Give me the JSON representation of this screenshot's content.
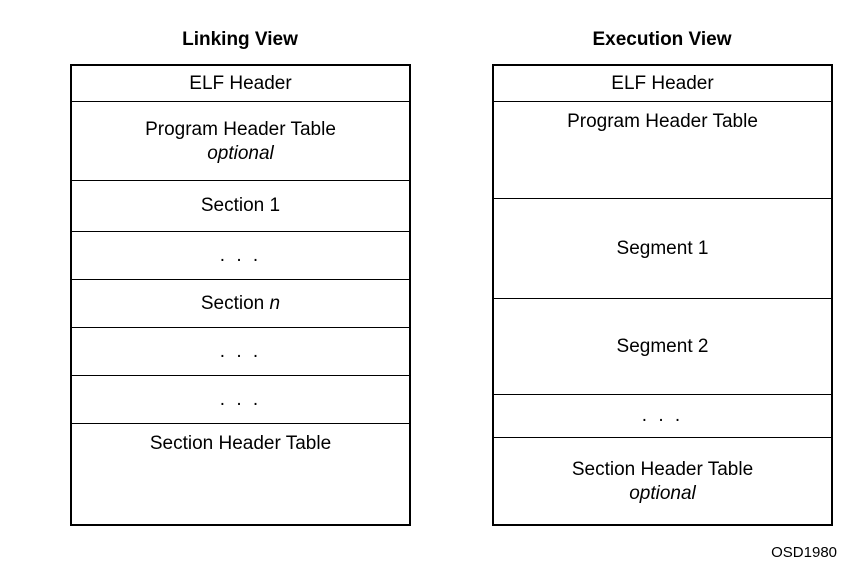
{
  "figure": {
    "corner_tag": "OSD1980",
    "colors": {
      "background": "#ffffff",
      "border": "#000000",
      "text": "#000000"
    },
    "views": [
      {
        "id": "linking-view",
        "title": "Linking View",
        "rows": [
          {
            "id": "elf-header",
            "label": "ELF Header",
            "sub": "",
            "emphasis": "",
            "height": 36,
            "align": "center"
          },
          {
            "id": "program-header-table",
            "label": "Program Header Table",
            "sub": "optional",
            "emphasis": "",
            "height": 79,
            "align": "center"
          },
          {
            "id": "section-1",
            "label": "Section 1",
            "sub": "",
            "emphasis": "",
            "height": 51,
            "align": "center"
          },
          {
            "id": "ellipsis-1",
            "label": ". . .",
            "sub": "",
            "emphasis": "",
            "height": 48,
            "align": "center",
            "dots": true
          },
          {
            "id": "section-n",
            "label": "Section ",
            "sub": "",
            "emphasis": "n",
            "height": 48,
            "align": "center"
          },
          {
            "id": "ellipsis-2",
            "label": ". . .",
            "sub": "",
            "emphasis": "",
            "height": 48,
            "align": "center",
            "dots": true
          },
          {
            "id": "ellipsis-3",
            "label": ". . .",
            "sub": "",
            "emphasis": "",
            "height": 48,
            "align": "center",
            "dots": true
          },
          {
            "id": "section-header-table",
            "label": "Section Header Table",
            "sub": "",
            "emphasis": "",
            "height": 100,
            "align": "top"
          }
        ]
      },
      {
        "id": "execution-view",
        "title": "Execution View",
        "rows": [
          {
            "id": "elf-header",
            "label": "ELF Header",
            "sub": "",
            "emphasis": "",
            "height": 36,
            "align": "center"
          },
          {
            "id": "program-header-table",
            "label": "Program Header Table",
            "sub": "",
            "emphasis": "",
            "height": 97,
            "align": "top"
          },
          {
            "id": "segment-1",
            "label": "Segment 1",
            "sub": "",
            "emphasis": "",
            "height": 100,
            "align": "center"
          },
          {
            "id": "segment-2",
            "label": "Segment 2",
            "sub": "",
            "emphasis": "",
            "height": 96,
            "align": "center"
          },
          {
            "id": "ellipsis-1",
            "label": ". . .",
            "sub": "",
            "emphasis": "",
            "height": 43,
            "align": "center",
            "dots": true
          },
          {
            "id": "section-header-table",
            "label": "Section Header Table",
            "sub": "optional",
            "emphasis": "",
            "height": 86,
            "align": "center"
          }
        ]
      }
    ]
  }
}
